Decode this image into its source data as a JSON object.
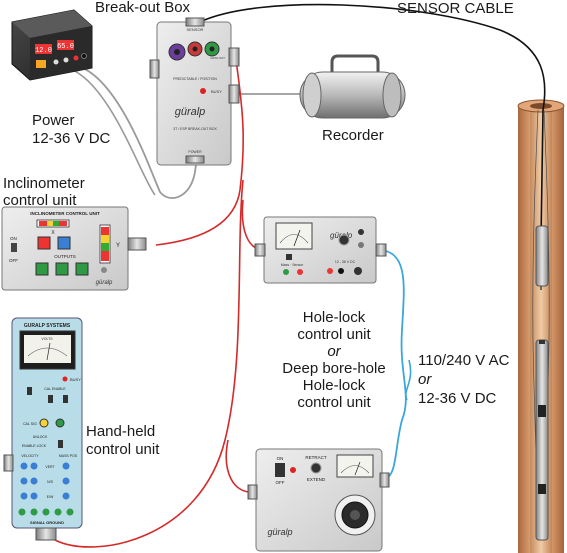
{
  "labels": {
    "breakout_box": "Break-out Box",
    "sensor_cable": "SENSOR CABLE",
    "power_line1": "Power",
    "power_line2": "12-36 V DC",
    "recorder": "Recorder",
    "inclinometer_line1": "Inclinometer",
    "inclinometer_line2": "control unit",
    "holelock_line1": "Hole-lock",
    "holelock_line2": "control unit",
    "holelock_or": "or",
    "holelock_line3": "Deep bore-hole",
    "holelock_line4": "Hole-lock",
    "holelock_line5": "control unit",
    "handheld_line1": "Hand-held",
    "handheld_line2": "control unit",
    "ac_line1": "110/240 V AC",
    "ac_or": "or",
    "ac_line2": "12-36 V DC"
  },
  "devices": {
    "psu_display_left": "12.0",
    "psu_display_right": "65.0",
    "breakout_top_label": "SENSOR",
    "breakout_brand": "güralp",
    "breakout_model": "3T / ESP BREAK-OUT BOX",
    "breakout_busy": "BUSY",
    "breakout_power": "POWER",
    "breakout_data_out": "DATA OUT",
    "breakout_predictable": "PREDICTABLE / POSITION",
    "incl_title": "INCLINOMETER CONTROL UNIT",
    "incl_x": "X",
    "incl_y": "Y",
    "incl_on": "ON",
    "incl_off": "OFF",
    "incl_outputs": "OUTPUTS",
    "incl_brand": "güralp",
    "hl_brand": "güralp",
    "hl_mode_label": "Mass · Sensor",
    "hl_power_label": "12 - 36 V DC",
    "hh_title": "GURALP SYSTEMS",
    "hh_volts": "VOLTS",
    "hh_busy": "BUSY",
    "hh_cal_enable": "CAL ENABLE",
    "hh_cal_sig": "CAL SIG",
    "hh_unlock": "UNLOCK",
    "hh_enable_lock": "ENABLE LOCK",
    "hh_velocity": "VELOCITY",
    "hh_mass_pos": "MASS POS",
    "hh_vert": "VERT",
    "hh_ns": "N/S",
    "hh_ew": "E/W",
    "hh_signal_ground": "SIGNAL GROUND",
    "dbh_on": "ON",
    "dbh_off": "OFF",
    "dbh_retract": "RETRACT",
    "dbh_extend": "EXTEND",
    "dbh_brand": "güralp"
  },
  "colors": {
    "red_cable": "#d42a2a",
    "blue_cable": "#3aa7dc",
    "grey_cable": "#9a9a9a",
    "black_cable": "#111111",
    "borehole": "#c8895c",
    "panel": "#dcdcdc",
    "handheld_panel": "#b9dde8"
  }
}
